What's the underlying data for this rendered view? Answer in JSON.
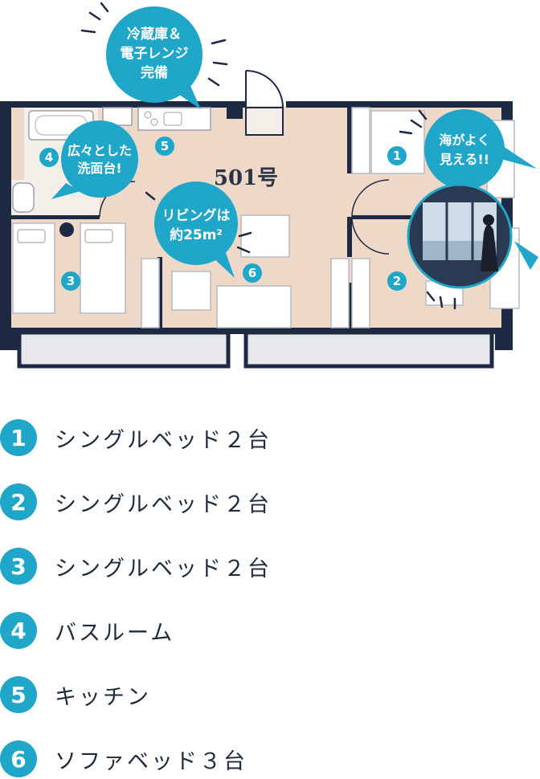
{
  "room_number": "501号",
  "bubbles": {
    "kitchen": [
      "冷蔵庫＆",
      "電子レンジ",
      "完備"
    ],
    "washroom": [
      "広々とした",
      "洗面台!"
    ],
    "living": [
      "リビングは",
      "約25m²"
    ],
    "view": [
      "海がよく",
      "見える!!"
    ]
  },
  "markers": [
    "1",
    "2",
    "3",
    "4",
    "5",
    "6"
  ],
  "legend": [
    {
      "num": "1",
      "label": "シングルベッド２台"
    },
    {
      "num": "2",
      "label": "シングルベッド２台"
    },
    {
      "num": "3",
      "label": "シングルベッド２台"
    },
    {
      "num": "4",
      "label": "バスルーム"
    },
    {
      "num": "5",
      "label": "キッチン"
    },
    {
      "num": "6",
      "label": "ソファベッド３台"
    }
  ],
  "colors": {
    "accent": "#1fa6c8",
    "wall": "#1e2a44",
    "floor": "#eed9c8",
    "text": "#1f2a3d"
  }
}
